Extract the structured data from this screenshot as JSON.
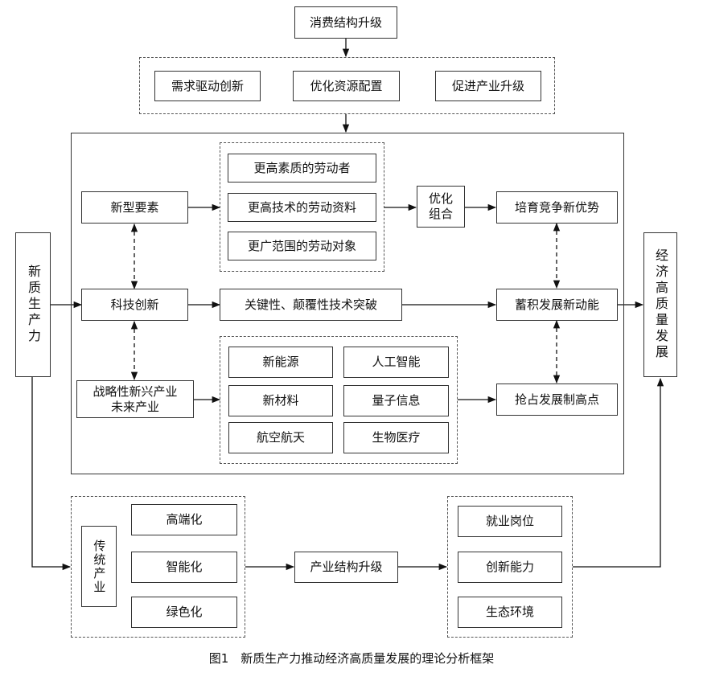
{
  "diagram": {
    "consumption": "消费结构升级",
    "top_group": [
      "需求驱动创新",
      "优化资源配置",
      "促进产业升级"
    ],
    "left_side": "新质生产力",
    "right_side": "经济高质量发展",
    "new_elements": "新型要素",
    "tech_innovation": "科技创新",
    "strategic_industries": {
      "line1": "战略性新兴产业",
      "line2": "未来产业"
    },
    "labor_group": [
      "更高素质的劳动者",
      "更高技术的劳动资料",
      "更广范围的劳动对象"
    ],
    "optimize_combo": {
      "line1": "优化",
      "line2": "组合"
    },
    "key_tech": "关键性、颠覆性技术突破",
    "industries_grid": [
      "新能源",
      "人工智能",
      "新材料",
      "量子信息",
      "航空航天",
      "生物医疗"
    ],
    "right_col": [
      "培育竞争新优势",
      "蓄积发展新动能",
      "抢占发展制高点"
    ],
    "traditional": "传统产业",
    "traditional_items": [
      "高端化",
      "智能化",
      "绿色化"
    ],
    "industry_upgrade": "产业结构升级",
    "outcomes": [
      "就业岗位",
      "创新能力",
      "生态环境"
    ]
  },
  "caption": "图1　新质生产力推动经济高质量发展的理论分析框架"
}
